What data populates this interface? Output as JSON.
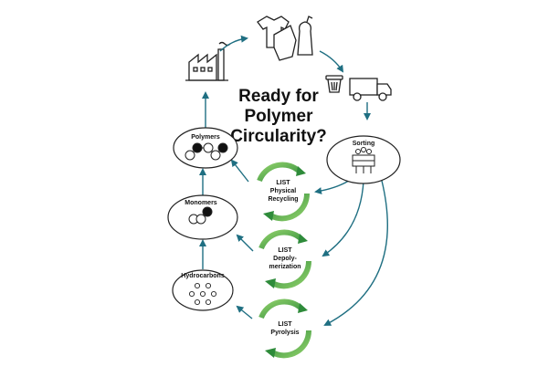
{
  "title": {
    "line1": "Ready for",
    "line2": "Polymer",
    "line3": "Circularity?"
  },
  "nodes": {
    "polymers": "Polymers",
    "monomers": "Monomers",
    "hydrocarbons": "Hydrocarbons",
    "sorting": "Sorting"
  },
  "processes": {
    "physical": [
      "LIST",
      "Physical",
      "Recycling"
    ],
    "depoly": [
      "LIST",
      "Depoly-",
      "merization"
    ],
    "pyrolysis": [
      "LIST",
      "Pyrolysis"
    ]
  },
  "icons": [
    "factory-icon",
    "clothing-products-icon",
    "trash-bin-icon",
    "truck-icon",
    "sorting-machine-icon",
    "recycling-cycle-icon"
  ],
  "colors": {
    "arrow": "#1f6f82",
    "cycle_green_dark": "#2e8b3a",
    "cycle_green_light": "#8fd06a",
    "text": "#111111"
  }
}
